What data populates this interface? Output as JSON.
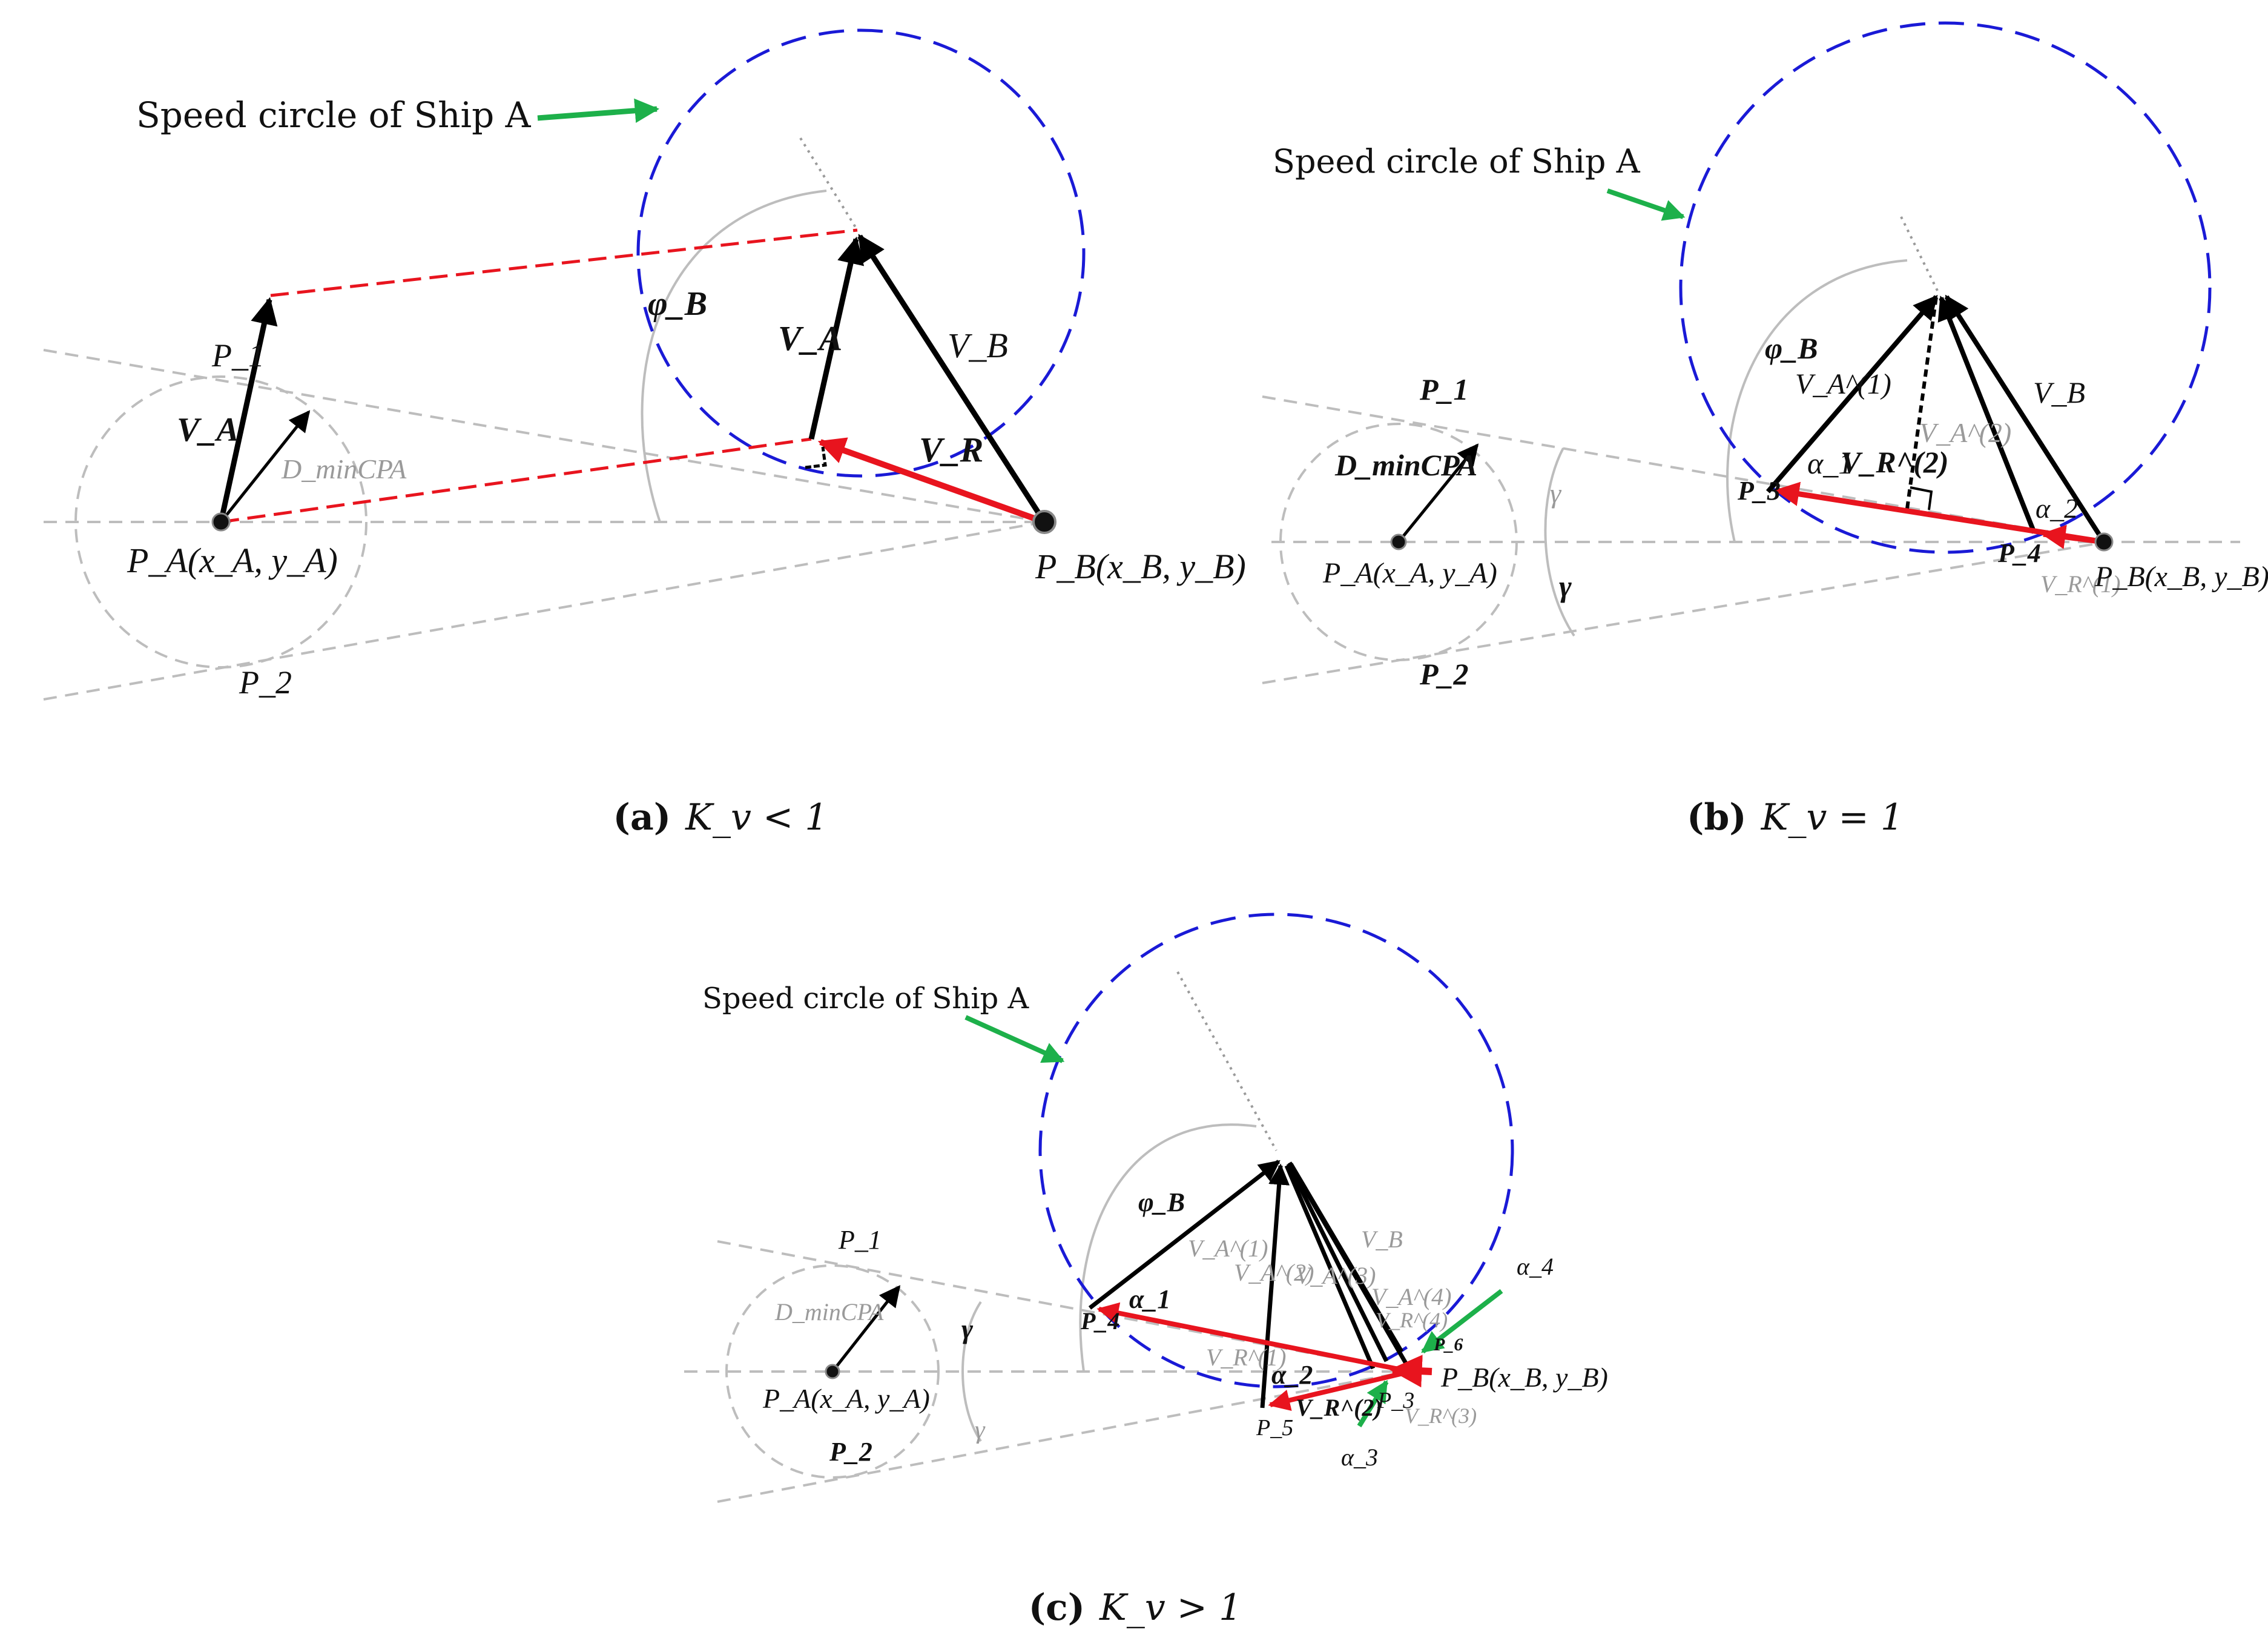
{
  "colors": {
    "speed_circle": "#1a1ad6",
    "guide": "#bdbdbd",
    "relative_velocity": "#e8141e",
    "pointer_arrow": "#1db04a",
    "vector": "#000000",
    "projection": "#e8141e"
  },
  "panels": {
    "a": {
      "caption_letter": "(a)",
      "caption_condition": "K_v < 1",
      "speed_circle_label": "Speed circle of Ship A",
      "labels": {
        "phi_b": "φ_B",
        "v_a_upper": "V_A",
        "v_b": "V_B",
        "v_r": "V_R",
        "p1": "P_1",
        "p2": "P_2",
        "v_a_lower": "V_A",
        "d_min": "D_minCPA",
        "p_a": "P_A(x_A, y_A)",
        "p_b": "P_B(x_B, y_B)"
      }
    },
    "b": {
      "caption_letter": "(b)",
      "caption_condition": "K_v = 1",
      "speed_circle_label": "Speed circle of Ship A",
      "labels": {
        "phi_b": "φ_B",
        "v_a1": "V_A^(1)",
        "v_a2": "V_A^(2)",
        "v_b": "V_B",
        "v_r2": "V_R^(2)",
        "alpha1": "α_1",
        "alpha2": "α_2",
        "p1": "P_1",
        "p2": "P_2",
        "p3": "P_3",
        "p4": "P_4",
        "d_min": "D_minCPA",
        "gamma_upper": "γ",
        "gamma_lower": "γ",
        "v_r1": "V_R^(1)",
        "p_a": "P_A(x_A, y_A)",
        "p_b": "P_B(x_B, y_B)"
      }
    },
    "c": {
      "caption_letter": "(c)",
      "caption_condition": "K_v > 1",
      "speed_circle_label": "Speed circle of Ship A",
      "labels": {
        "phi_b": "φ_B",
        "v_a1": "V_A^(1)",
        "v_a2": "V_A^(2)",
        "v_a3": "V_A^(3)",
        "v_a4": "V_A^(4)",
        "v_b": "V_B",
        "v_r1": "V_R^(1)",
        "v_r2": "V_R^(2)",
        "v_r3": "V_R^(3)",
        "v_r4": "V_R^(4)",
        "alpha1": "α_1",
        "alpha2": "α_2",
        "alpha3": "α_3",
        "alpha4": "α_4",
        "p1": "P_1",
        "p2": "P_2",
        "p3": "P_3",
        "p4": "P_4",
        "p5": "P_5",
        "p6": "P_6",
        "gamma_upper": "γ",
        "gamma_lower": "γ",
        "d_min": "D_minCPA",
        "p_a": "P_A(x_A, y_A)",
        "p_b": "P_B(x_B, y_B)"
      }
    }
  }
}
